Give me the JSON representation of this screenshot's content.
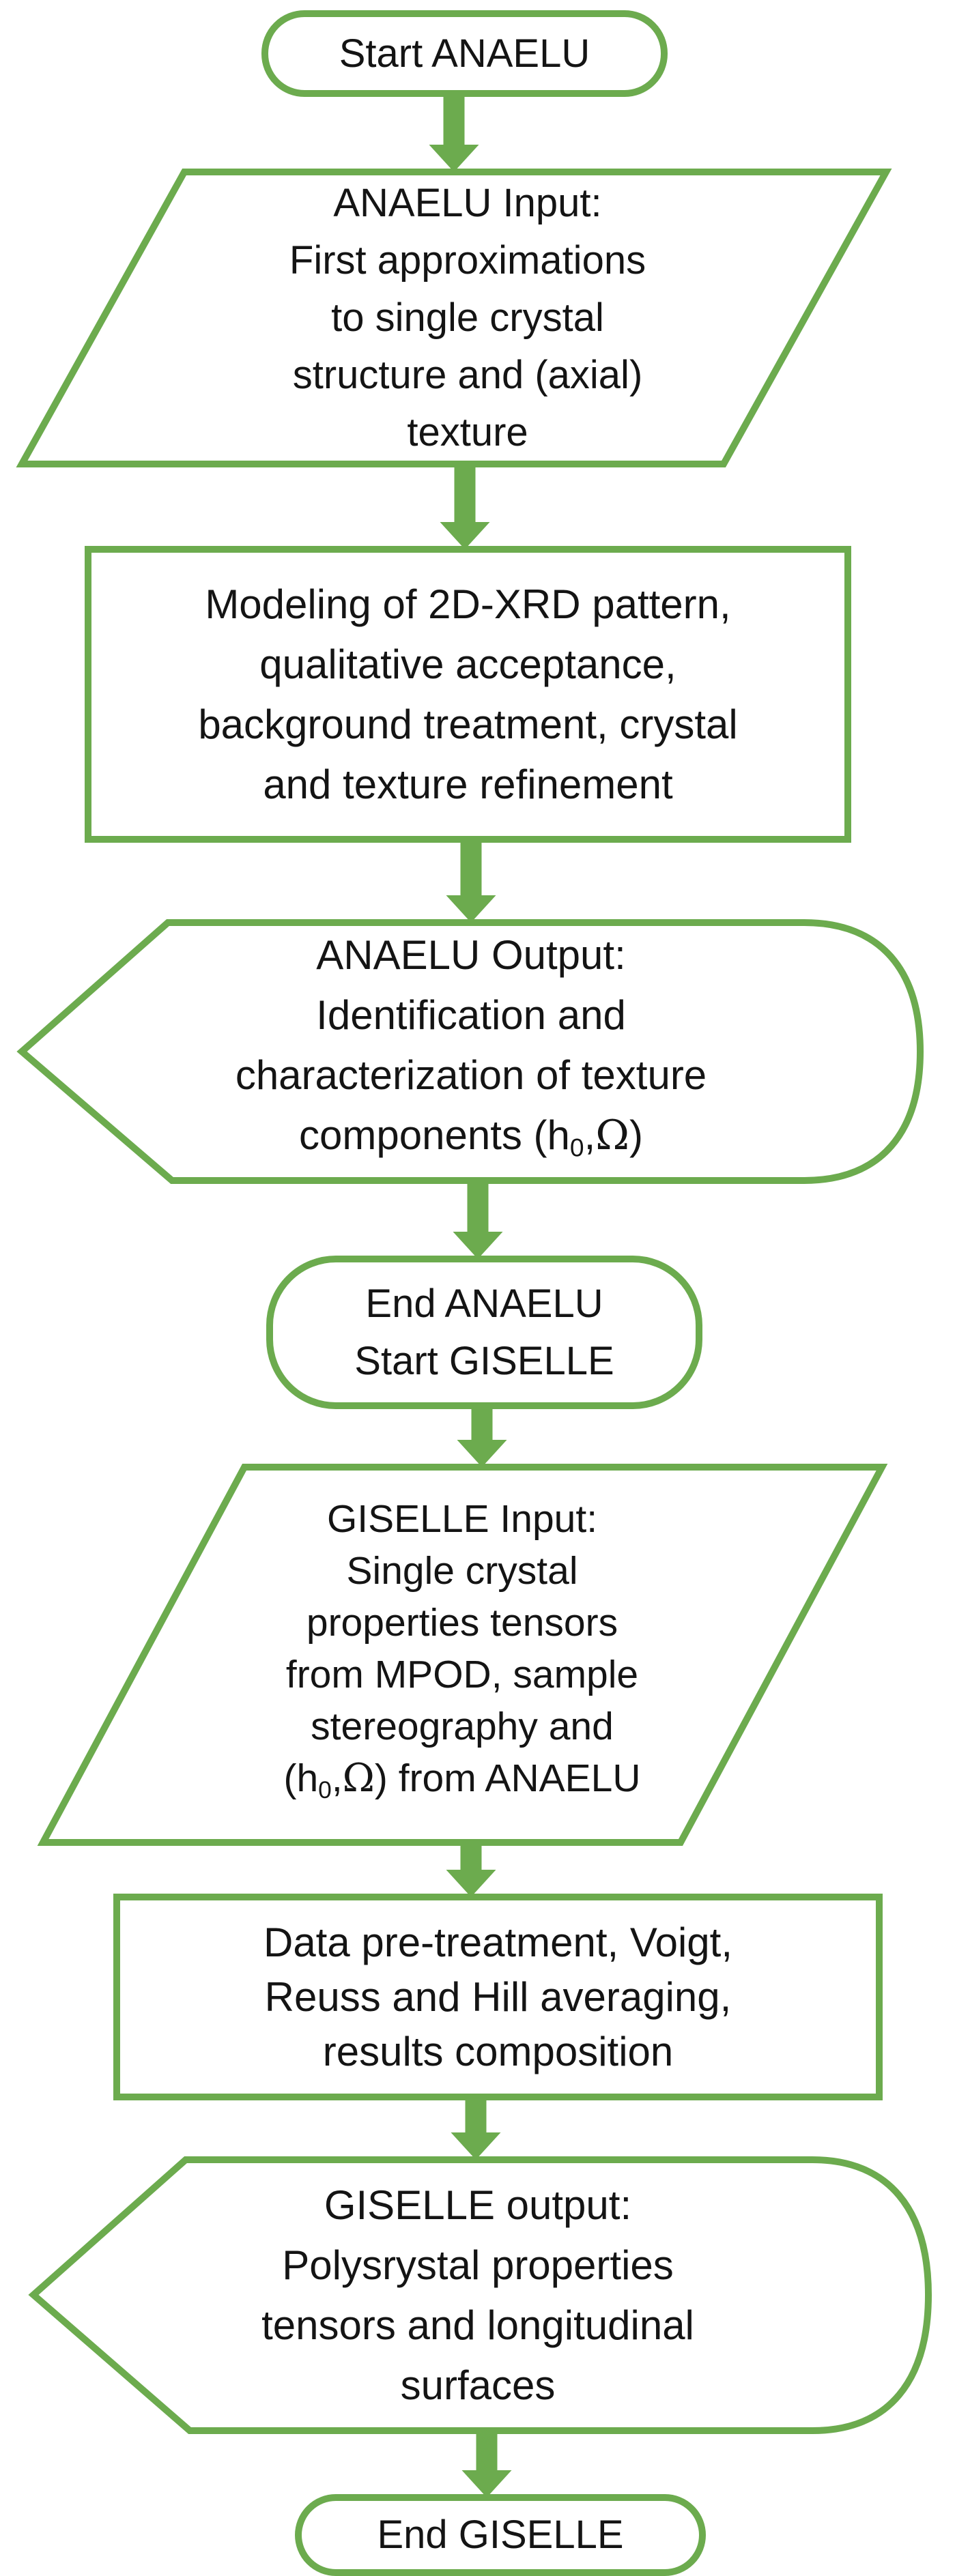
{
  "flowchart": {
    "description": "ANAELU / GISELLE software workflow flowchart",
    "colors": {
      "shape_outline": "#6cab4e",
      "arrow_fill": "#6cab4e",
      "text": "#141414",
      "background": "#ffffff"
    },
    "nodes": [
      {
        "id": "start-anaelu",
        "type": "terminator",
        "lines": [
          "Start ANAELU"
        ]
      },
      {
        "id": "anaelu-input",
        "type": "input-output-parallelogram",
        "lines": [
          "ANAELU Input:",
          "First approximations",
          "to single crystal",
          "structure and (axial)",
          "texture"
        ]
      },
      {
        "id": "anaelu-process",
        "type": "process-rectangle",
        "lines": [
          "Modeling of 2D-XRD pattern,",
          "qualitative acceptance,",
          "background treatment, crystal",
          "and texture refinement"
        ]
      },
      {
        "id": "anaelu-output",
        "type": "display",
        "lines": [
          "ANAELU Output:",
          "Identification and",
          "characterization of texture"
        ],
        "tail_segments": [
          "components (h",
          "0",
          ",",
          "Ω",
          ")"
        ]
      },
      {
        "id": "end-anaelu-start-giselle",
        "type": "terminator",
        "lines": [
          "End ANAELU",
          "Start GISELLE"
        ]
      },
      {
        "id": "giselle-input",
        "type": "input-output-parallelogram",
        "lines": [
          "GISELLE Input:",
          "Single crystal",
          "properties tensors",
          "from MPOD, sample",
          "stereography and"
        ],
        "tail_segments": [
          "(h",
          "0",
          ",",
          "Ω",
          ") from ANAELU"
        ]
      },
      {
        "id": "giselle-process",
        "type": "process-rectangle",
        "lines": [
          "Data pre-treatment, Voigt,",
          "Reuss and Hill averaging,",
          "results composition"
        ]
      },
      {
        "id": "giselle-output",
        "type": "display",
        "lines": [
          "GISELLE output:",
          "Polysrystal properties",
          "tensors and longitudinal",
          "surfaces"
        ]
      },
      {
        "id": "end-giselle",
        "type": "terminator",
        "lines": [
          "End GISELLE"
        ]
      }
    ],
    "connectors": [
      {
        "from": "start-anaelu",
        "to": "anaelu-input"
      },
      {
        "from": "anaelu-input",
        "to": "anaelu-process"
      },
      {
        "from": "anaelu-process",
        "to": "anaelu-output"
      },
      {
        "from": "anaelu-output",
        "to": "end-anaelu-start-giselle"
      },
      {
        "from": "end-anaelu-start-giselle",
        "to": "giselle-input"
      },
      {
        "from": "giselle-input",
        "to": "giselle-process"
      },
      {
        "from": "giselle-process",
        "to": "giselle-output"
      },
      {
        "from": "giselle-output",
        "to": "end-giselle"
      }
    ]
  }
}
